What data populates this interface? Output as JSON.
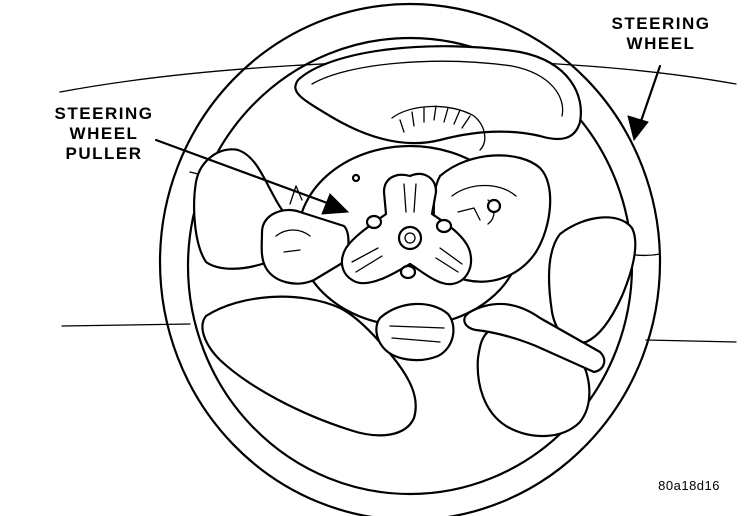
{
  "diagram": {
    "labels": {
      "steering_wheel": [
        "STEERING",
        "WHEEL"
      ],
      "steering_wheel_puller": [
        "STEERING",
        "WHEEL",
        "PULLER"
      ]
    },
    "figure_code": "80a18d16"
  }
}
